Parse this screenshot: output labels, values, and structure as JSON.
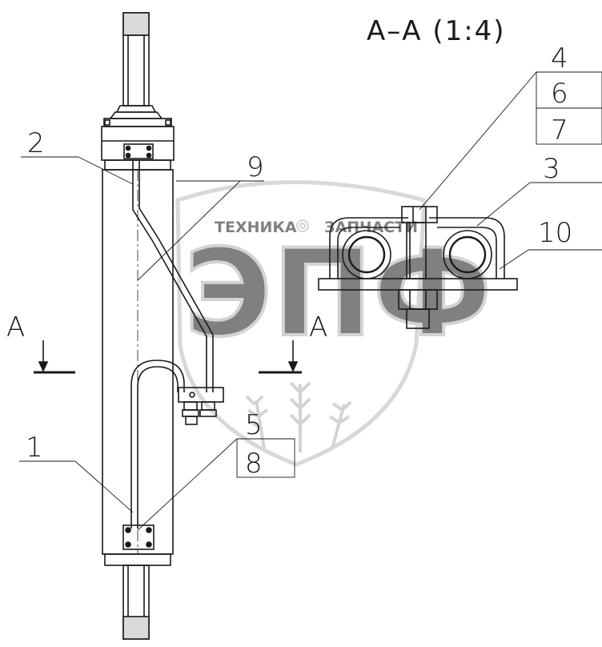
{
  "drawing": {
    "section_title": "А–А (1:4)",
    "section_mark_left": "А",
    "section_mark_right": "А"
  },
  "callouts": {
    "c1": "1",
    "c2": "2",
    "c3": "3",
    "c4": "4",
    "c5": "5",
    "c6": "6",
    "c7": "7",
    "c8": "8",
    "c9": "9",
    "c10": "10"
  },
  "watermark": {
    "line_left": "ТЕХНИКА",
    "line_right": "ЗАПЧАСТИ",
    "logo": "ЭПФ"
  },
  "colors": {
    "line": "#1a1a1a",
    "watermark": "#c8c8c8"
  }
}
